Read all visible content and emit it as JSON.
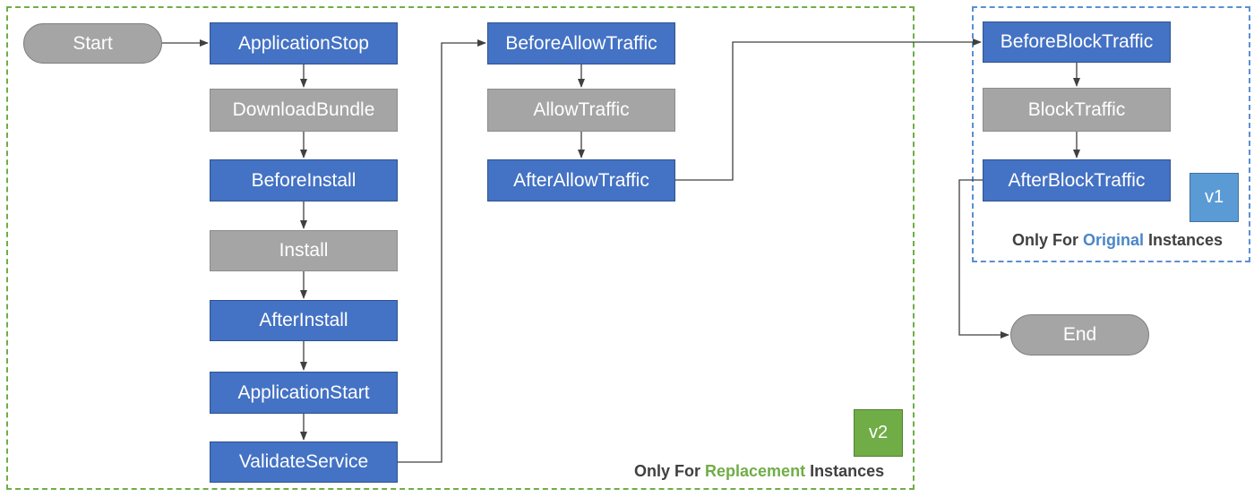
{
  "nodes": {
    "start": "Start",
    "application_stop": "ApplicationStop",
    "download_bundle": "DownloadBundle",
    "before_install": "BeforeInstall",
    "install": "Install",
    "after_install": "AfterInstall",
    "application_start": "ApplicationStart",
    "validate_service": "ValidateService",
    "before_allow_traffic": "BeforeAllowTraffic",
    "allow_traffic": "AllowTraffic",
    "after_allow_traffic": "AfterAllowTraffic",
    "before_block_traffic": "BeforeBlockTraffic",
    "block_traffic": "BlockTraffic",
    "after_block_traffic": "AfterBlockTraffic",
    "end": "End"
  },
  "groups": {
    "replacement": {
      "badge": "v2",
      "caption_prefix": "Only For ",
      "caption_accent": "Replacement",
      "caption_suffix": " Instances"
    },
    "original": {
      "badge": "v1",
      "caption_prefix": "Only For ",
      "caption_accent": "Original",
      "caption_suffix": " Instances"
    }
  },
  "colors": {
    "lifecycle_hook": "#4472c4",
    "reserved_event": "#a5a5a5",
    "replacement_accent": "#70ad47",
    "original_accent": "#5b9bd5",
    "connector": "#404040"
  }
}
